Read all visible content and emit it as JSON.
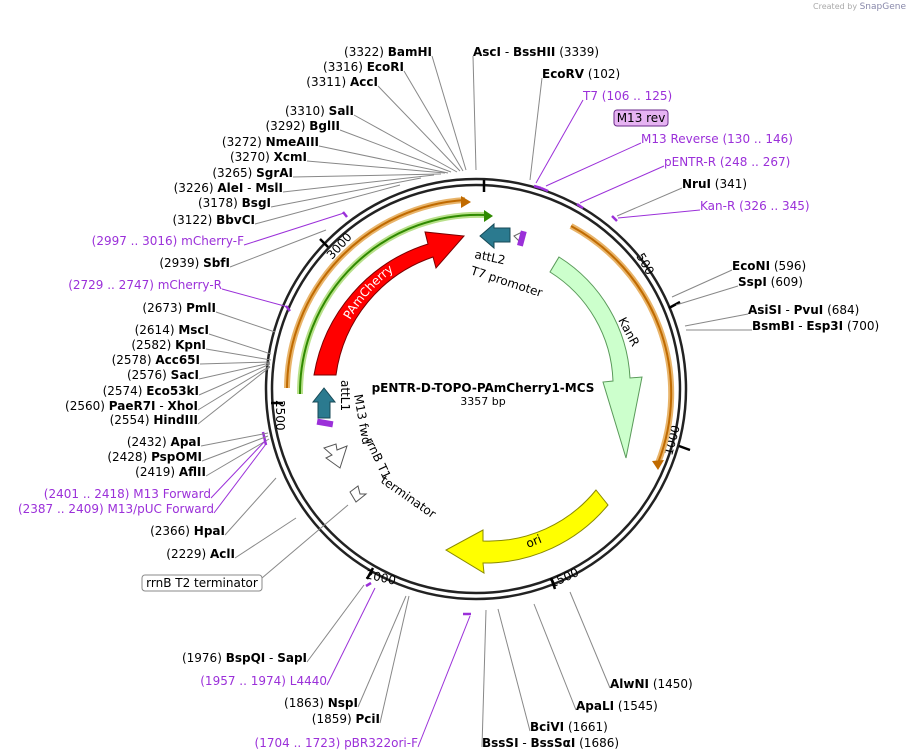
{
  "credit": {
    "prefix": "Created by",
    "brand": "SnapGene"
  },
  "plasmid": {
    "name": "pENTR-D-TOPO-PAmCherry1-MCS",
    "size": "3357 bp"
  },
  "ticks": [
    "500",
    "1000",
    "1500",
    "2000",
    "2500",
    "3000"
  ],
  "features": {
    "pamcherry": "PAmCherry",
    "kanr": "KanR",
    "ori": "ori",
    "attl2": "attL2",
    "t7_promoter": "T7 promoter",
    "attl1": "attL1",
    "m13_fwd": "M13 fwd",
    "rrnb_t1": "rrnB T1",
    "terminator": "terminator",
    "rrnb_t2": "rrnB T2 terminator",
    "m13_rev_box": "M13 rev"
  },
  "labels": [
    {
      "kind": "enzR",
      "name": "BamHI",
      "num": "(3322)"
    },
    {
      "kind": "enzL2",
      "name1": "AscI",
      "sep": " - ",
      "name2": "BssHII",
      "num": "(3339)"
    },
    {
      "kind": "enzR",
      "name": "EcoRI",
      "num": "(3316)"
    },
    {
      "kind": "enzL",
      "name": "EcoRV",
      "num": "(102)"
    },
    {
      "kind": "enzR",
      "name": "AccI",
      "num": "(3311)"
    },
    {
      "kind": "primL",
      "name": "T7",
      "num": "(106 .. 125)"
    },
    {
      "kind": "enzR",
      "name": "SalI",
      "num": "(3310)"
    },
    {
      "kind": "enzR",
      "name": "BglII",
      "num": "(3292)"
    },
    {
      "kind": "enzR",
      "name": "NmeAIII",
      "num": "(3272)"
    },
    {
      "kind": "primL",
      "name": "M13 Reverse",
      "num": "(130 .. 146)"
    },
    {
      "kind": "enzR",
      "name": "XcmI",
      "num": "(3270)"
    },
    {
      "kind": "enzR",
      "name": "SgrAI",
      "num": "(3265)"
    },
    {
      "kind": "primL",
      "name": "pENTR-R",
      "num": "(248 .. 267)"
    },
    {
      "kind": "enzR2",
      "name1": "AleI",
      "sep": " - ",
      "name2": "MslI",
      "num": "(3226)"
    },
    {
      "kind": "enzR",
      "name": "BsgI",
      "num": "(3178)"
    },
    {
      "kind": "enzL",
      "name": "NruI",
      "num": "(341)"
    },
    {
      "kind": "enzR",
      "name": "BbvCI",
      "num": "(3122)"
    },
    {
      "kind": "primL",
      "name": "Kan-R",
      "num": "(326 .. 345)"
    },
    {
      "kind": "primR",
      "name": "mCherry-F",
      "num": "(2997 .. 3016)"
    },
    {
      "kind": "enzR",
      "name": "SbfI",
      "num": "(2939)"
    },
    {
      "kind": "enzL",
      "name": "EcoNI",
      "num": "(596)"
    },
    {
      "kind": "primR",
      "name": "mCherry-R",
      "num": "(2729 .. 2747)"
    },
    {
      "kind": "enzL",
      "name": "SspI",
      "num": "(609)"
    },
    {
      "kind": "enzR",
      "name": "PmlI",
      "num": "(2673)"
    },
    {
      "kind": "enzL2",
      "name1": "AsiSI",
      "sep": " - ",
      "name2": "PvuI",
      "num": "(684)"
    },
    {
      "kind": "enzR",
      "name": "MscI",
      "num": "(2614)"
    },
    {
      "kind": "enzL2",
      "name1": "BsmBI",
      "sep": " - ",
      "name2": "Esp3I",
      "num": "(700)"
    },
    {
      "kind": "enzR",
      "name": "KpnI",
      "num": "(2582)"
    },
    {
      "kind": "enzR",
      "name": "Acc65I",
      "num": "(2578)"
    },
    {
      "kind": "enzR",
      "name": "SacI",
      "num": "(2576)"
    },
    {
      "kind": "enzR",
      "name": "Eco53kI",
      "num": "(2574)"
    },
    {
      "kind": "enzR2",
      "name1": "PaeR7I",
      "sep": " - ",
      "name2": "XhoI",
      "num": "(2560)"
    },
    {
      "kind": "enzR",
      "name": "HindIII",
      "num": "(2554)"
    },
    {
      "kind": "enzR",
      "name": "ApaI",
      "num": "(2432)"
    },
    {
      "kind": "enzR",
      "name": "PspOMI",
      "num": "(2428)"
    },
    {
      "kind": "enzR",
      "name": "AflII",
      "num": "(2419)"
    },
    {
      "kind": "primR",
      "name": "M13 Forward",
      "num": "(2401 .. 2418)"
    },
    {
      "kind": "primR",
      "name": "M13/pUC Forward",
      "num": "(2387 .. 2409)"
    },
    {
      "kind": "enzR",
      "name": "HpaI",
      "num": "(2366)"
    },
    {
      "kind": "enzR",
      "name": "AclI",
      "num": "(2229)"
    },
    {
      "kind": "enzR2",
      "name1": "BspQI",
      "sep": " - ",
      "name2": "SapI",
      "num": "(1976)"
    },
    {
      "kind": "primR",
      "name": "L4440",
      "num": "(1957 .. 1974)"
    },
    {
      "kind": "enzR",
      "name": "NspI",
      "num": "(1863)"
    },
    {
      "kind": "enzR",
      "name": "PciI",
      "num": "(1859)"
    },
    {
      "kind": "primR",
      "name": "pBR322ori-F",
      "num": "(1704 .. 1723)"
    },
    {
      "kind": "enzL",
      "name": "AlwNI",
      "num": "(1450)"
    },
    {
      "kind": "enzL",
      "name": "ApaLI",
      "num": "(1545)"
    },
    {
      "kind": "enzL",
      "name": "BciVI",
      "num": "(1661)"
    },
    {
      "kind": "enzL2",
      "name1": "BssSI",
      "sep": " - ",
      "name2": "BssSαI",
      "num": "(1686)"
    }
  ]
}
